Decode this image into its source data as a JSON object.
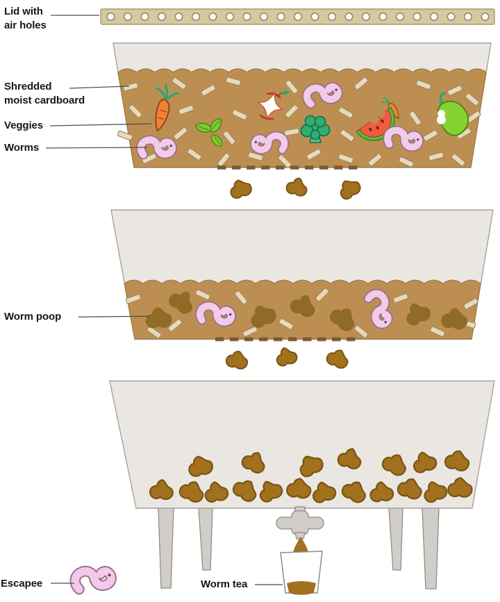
{
  "diagram": {
    "title": "Worm composting bin cutaway diagram",
    "labels": {
      "lid_line1": "Lid with",
      "lid_line2": "air holes",
      "cardboard_line1": "Shredded",
      "cardboard_line2": "moist cardboard",
      "veggies": "Veggies",
      "worms": "Worms",
      "worm_poop": "Worm poop",
      "escapee": "Escapee",
      "worm_tea": "Worm tea"
    },
    "lid": {
      "air_hole_count": 23
    },
    "bins": [
      {
        "name": "feeding-bin",
        "contents": [
          "shredded moist cardboard",
          "carrot",
          "basil leaves",
          "apple core",
          "broccoli",
          "watermelon slice",
          "zucchini",
          "worms"
        ],
        "worm_count": 4,
        "drain_holes": "dashed"
      },
      {
        "name": "castings-bin",
        "contents": [
          "worm poop",
          "shredded moist cardboard",
          "worms"
        ],
        "worm_count": 2,
        "poop_blob_count": 7,
        "drain_holes": "dashed"
      },
      {
        "name": "collection-bin",
        "contents": [
          "worm poop",
          "spigot",
          "legs"
        ],
        "poop_blob_count": 19
      }
    ],
    "falling_poop_groups": [
      3,
      3
    ],
    "worm_tea": {
      "vessel": "cup",
      "liquid_level": "low",
      "dripping": true
    },
    "colors": {
      "compost_brown": "#bd8e52",
      "poop_brown": "#a2711e",
      "dark_poop": "#906b25",
      "cardboard_tan": "#ead9b8",
      "worm_pink": "#f1cbe9",
      "worm_outline": "#9c6f88",
      "bin_gray": "#eae7e3",
      "lid_tan": "#d6c8a0",
      "leg_gray": "#d1cec9",
      "carrot_orange": "#f28036",
      "leaf_green": "#80cc31",
      "broccoli_green": "#2fae72",
      "watermelon_red": "#f25a41",
      "watermelon_rind": "#55c13a",
      "zucchini_green": "#85d331"
    }
  }
}
